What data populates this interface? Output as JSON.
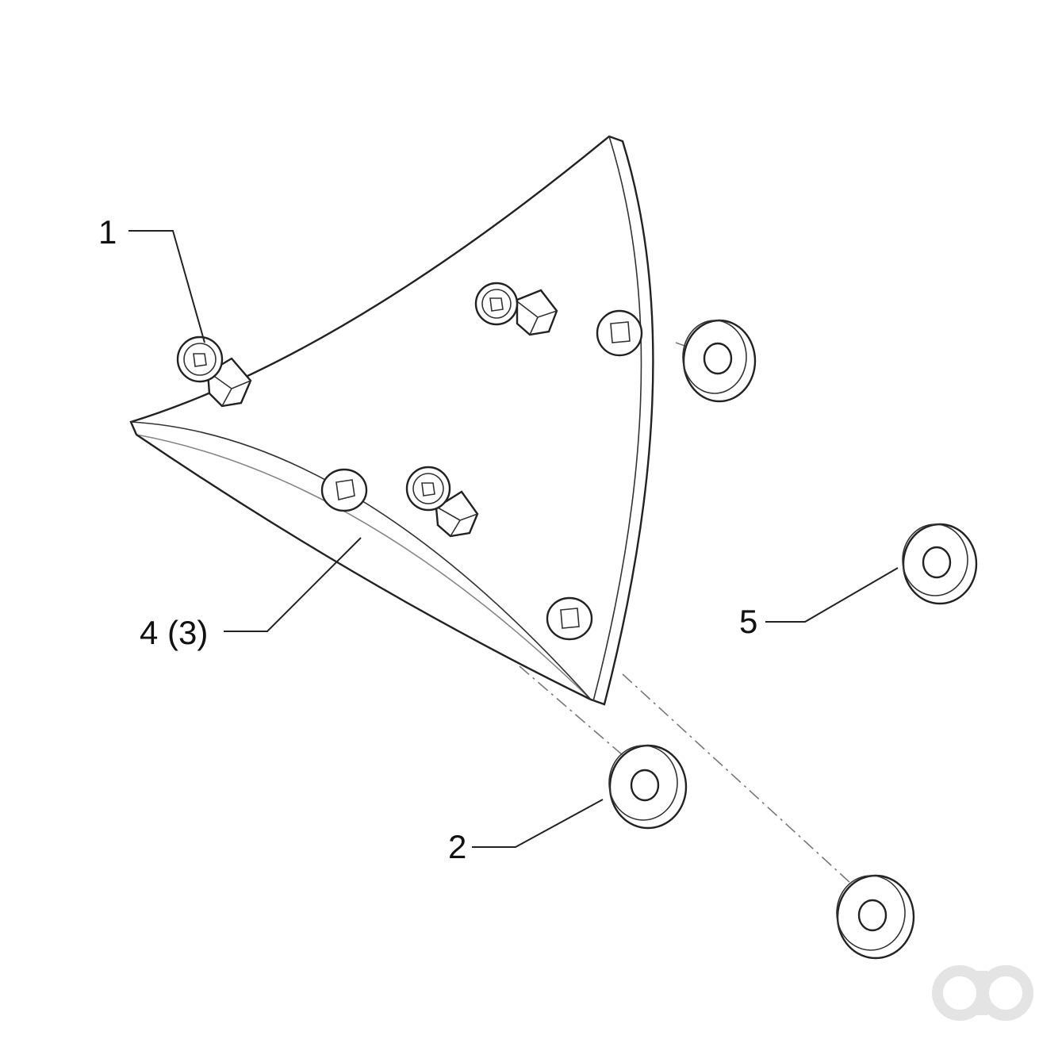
{
  "callouts": {
    "c1": "1",
    "c2": "2",
    "c4": "4 (3)",
    "c5": "5"
  },
  "colors": {
    "line": "#222222",
    "dash": "#777777",
    "logo": "#e4e4e4"
  },
  "logo": {
    "text": "ao"
  }
}
